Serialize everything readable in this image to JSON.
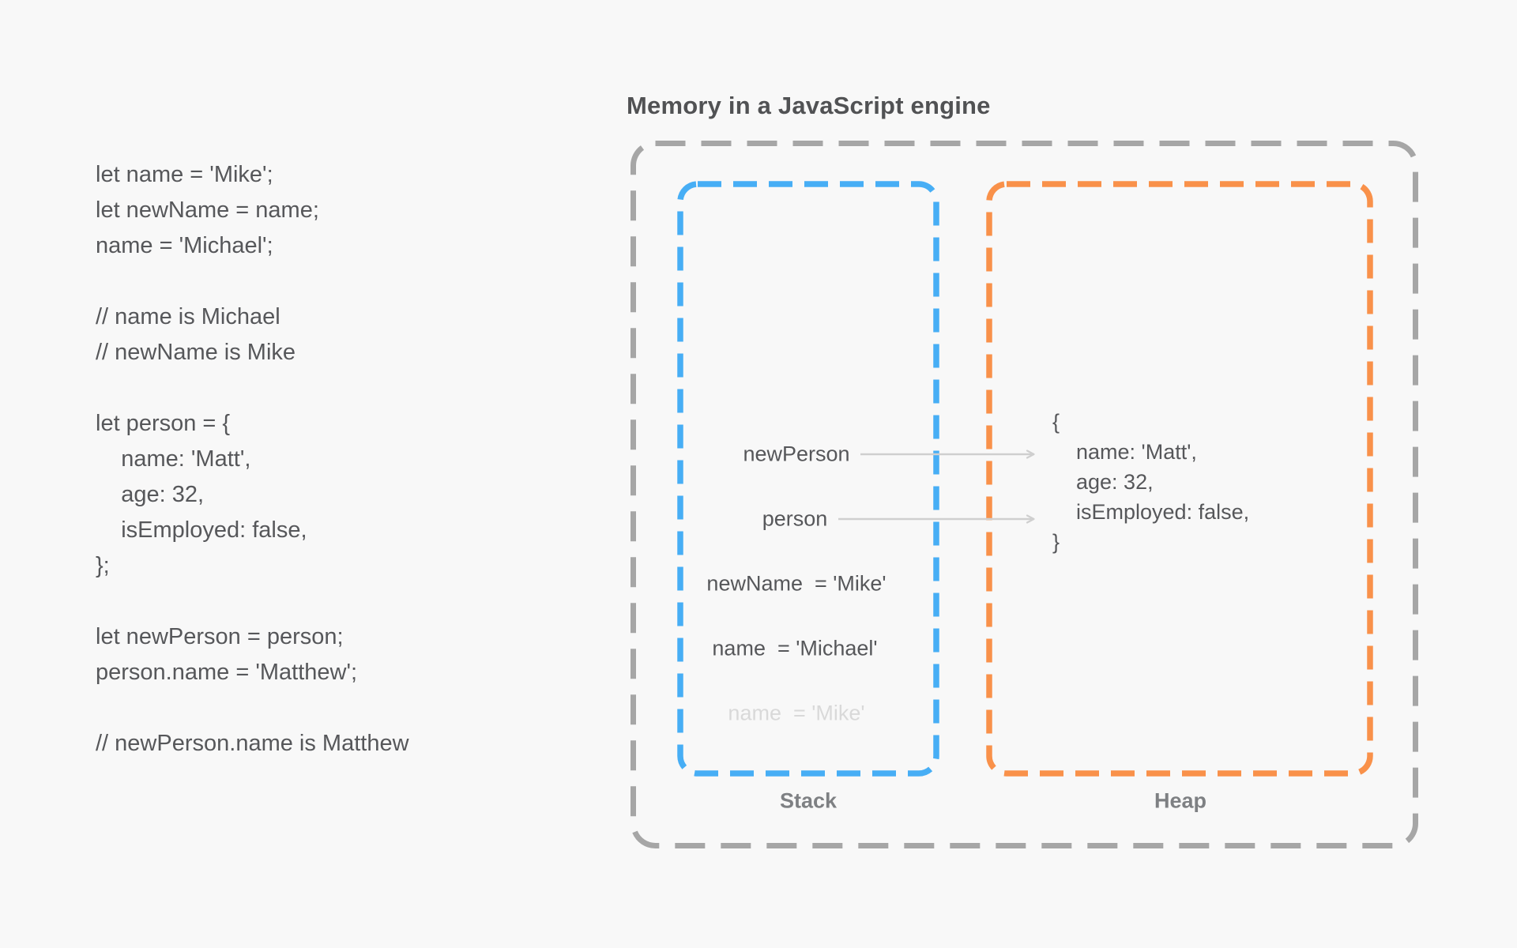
{
  "code_panel": {
    "text": "let name = 'Mike';\nlet newName = name;\nname = 'Michael';\n\n// name is Michael\n// newName is Mike\n\nlet person = {\n    name: 'Matt',\n    age: 32,\n    isEmployed: false,\n};\n\nlet newPerson = person;\nperson.name = 'Matthew';\n\n// newPerson.name is Matthew"
  },
  "diagram": {
    "title": "Memory in a JavaScript engine",
    "outer_box": {
      "border_color": "#a6a6a6"
    },
    "stack": {
      "label": "Stack",
      "border_color": "#47aef5",
      "rows": [
        {
          "text": "newPerson"
        },
        {
          "text": "person"
        },
        {
          "text": "newName  = 'Mike'"
        },
        {
          "text": "name  = 'Michael'"
        },
        {
          "text": "name  = 'Mike'"
        }
      ],
      "faded_row_color": "#d9d9d9"
    },
    "heap": {
      "label": "Heap",
      "border_color": "#f9914a",
      "object_text": "{\n    name: 'Matt',\n    age: 32,\n    isEmployed: false,\n}"
    },
    "arrow_color": "#cfcfcf"
  }
}
